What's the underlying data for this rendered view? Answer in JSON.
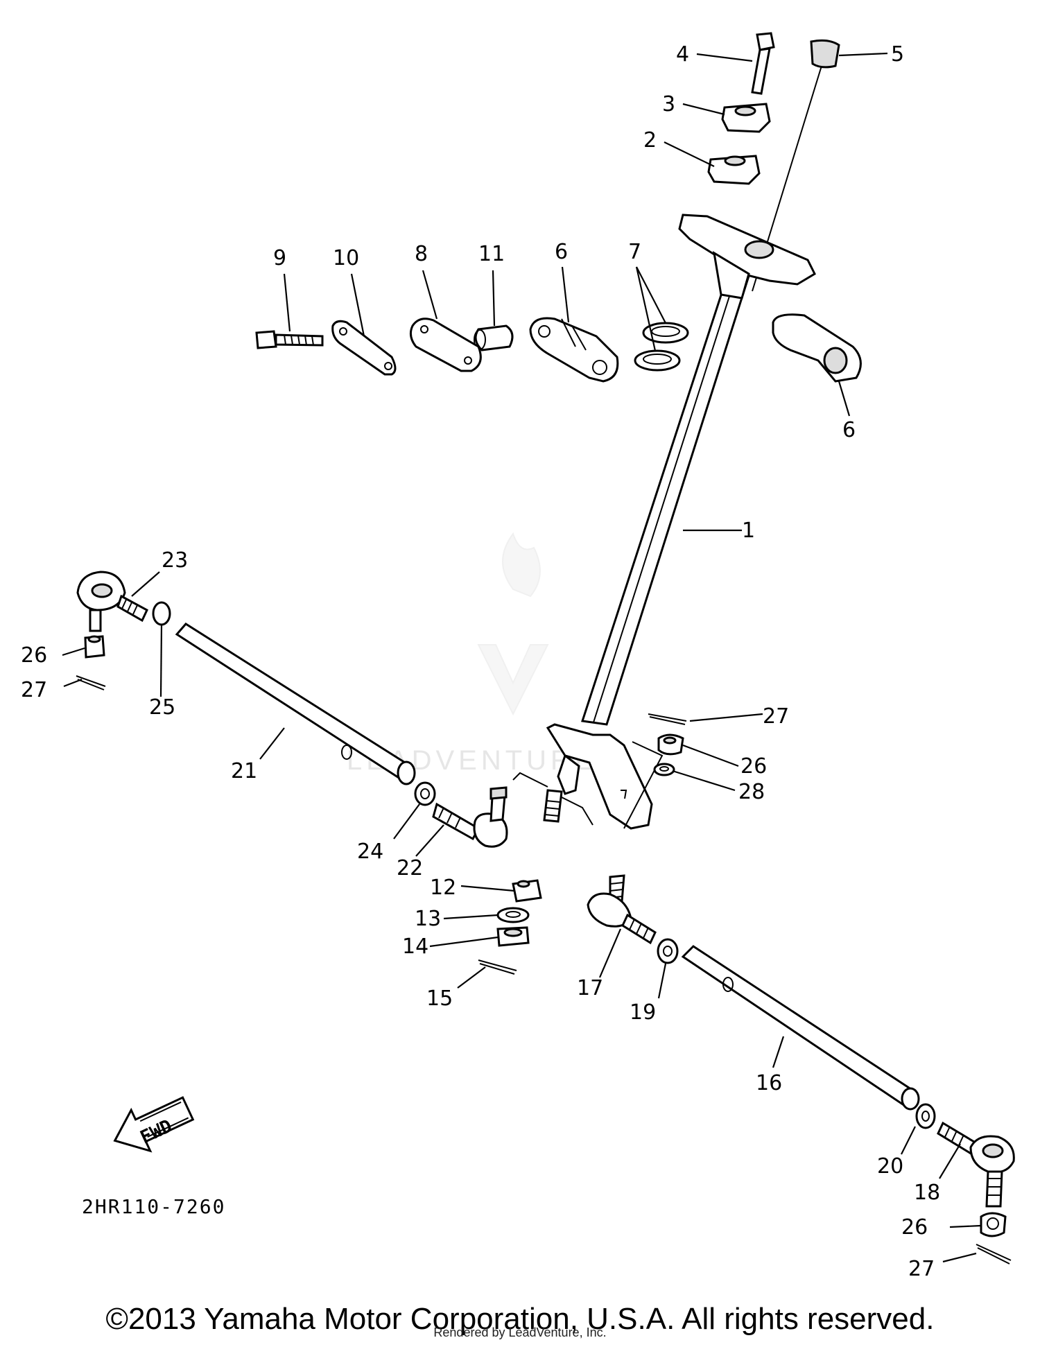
{
  "diagram": {
    "code": "2HR110-7260",
    "fwd_label": "FWD",
    "watermark": "LEADVENTURE",
    "callouts": {
      "p1": "1",
      "p2": "2",
      "p3": "3",
      "p4": "4",
      "p5": "5",
      "p6a": "6",
      "p6b": "6",
      "p7": "7",
      "p8": "8",
      "p9": "9",
      "p10": "10",
      "p11": "11",
      "p12": "12",
      "p13": "13",
      "p14": "14",
      "p15": "15",
      "p16": "16",
      "p17": "17",
      "p18": "18",
      "p19": "19",
      "p20": "20",
      "p21": "21",
      "p22": "22",
      "p23": "23",
      "p24": "24",
      "p25": "25",
      "p26a": "26",
      "p26b": "26",
      "p26c": "26",
      "p27a": "27",
      "p27b": "27",
      "p27c": "27",
      "p28": "28"
    }
  },
  "footer": {
    "copyright": "©2013 Yamaha Motor Corporation, U.S.A. All rights reserved.",
    "rendered_by": "Rendered by LeadVenture, Inc."
  }
}
